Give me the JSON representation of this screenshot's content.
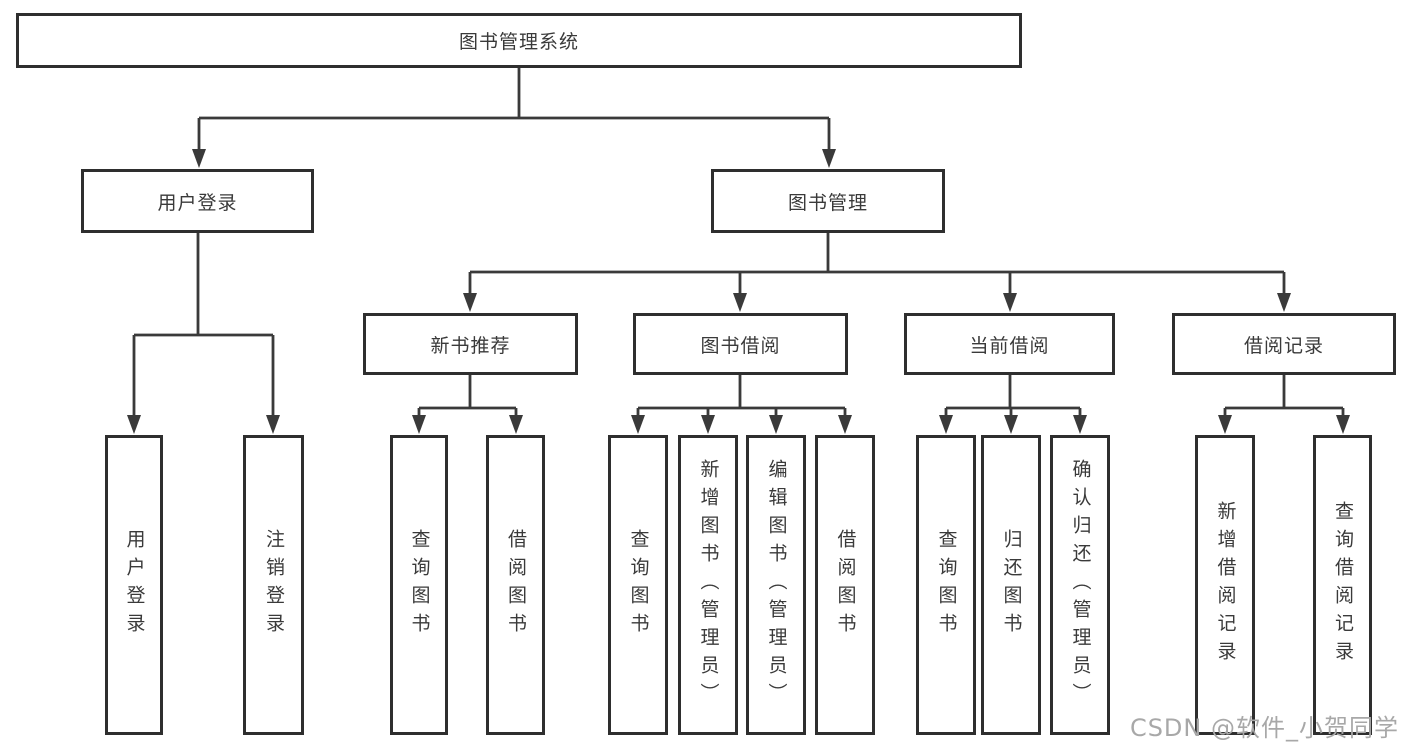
{
  "tree": {
    "root": {
      "label": "图书管理系统",
      "children": [
        {
          "label": "用户登录",
          "children": [
            {
              "label": "用户登录"
            },
            {
              "label": "注销登录"
            }
          ]
        },
        {
          "label": "图书管理",
          "children": [
            {
              "label": "新书推荐",
              "children": [
                {
                  "label": "查询图书"
                },
                {
                  "label": "借阅图书"
                }
              ]
            },
            {
              "label": "图书借阅",
              "children": [
                {
                  "label": "查询图书"
                },
                {
                  "label": "新增图书（管理员）"
                },
                {
                  "label": "编辑图书（管理员）"
                },
                {
                  "label": "借阅图书"
                }
              ]
            },
            {
              "label": "当前借阅",
              "children": [
                {
                  "label": "查询图书"
                },
                {
                  "label": "归还图书"
                },
                {
                  "label": "确认归还（管理员）"
                }
              ]
            },
            {
              "label": "借阅记录",
              "children": [
                {
                  "label": "新增借阅记录"
                },
                {
                  "label": "查询借阅记录"
                }
              ]
            }
          ]
        }
      ]
    }
  },
  "watermark": "CSDN @软件_小贺同学",
  "colors": {
    "line": "#3a3a3a",
    "box_border": "#2e2e2e",
    "text": "#3a3a3a",
    "watermark": "#a8a8a8",
    "background": "#ffffff"
  }
}
